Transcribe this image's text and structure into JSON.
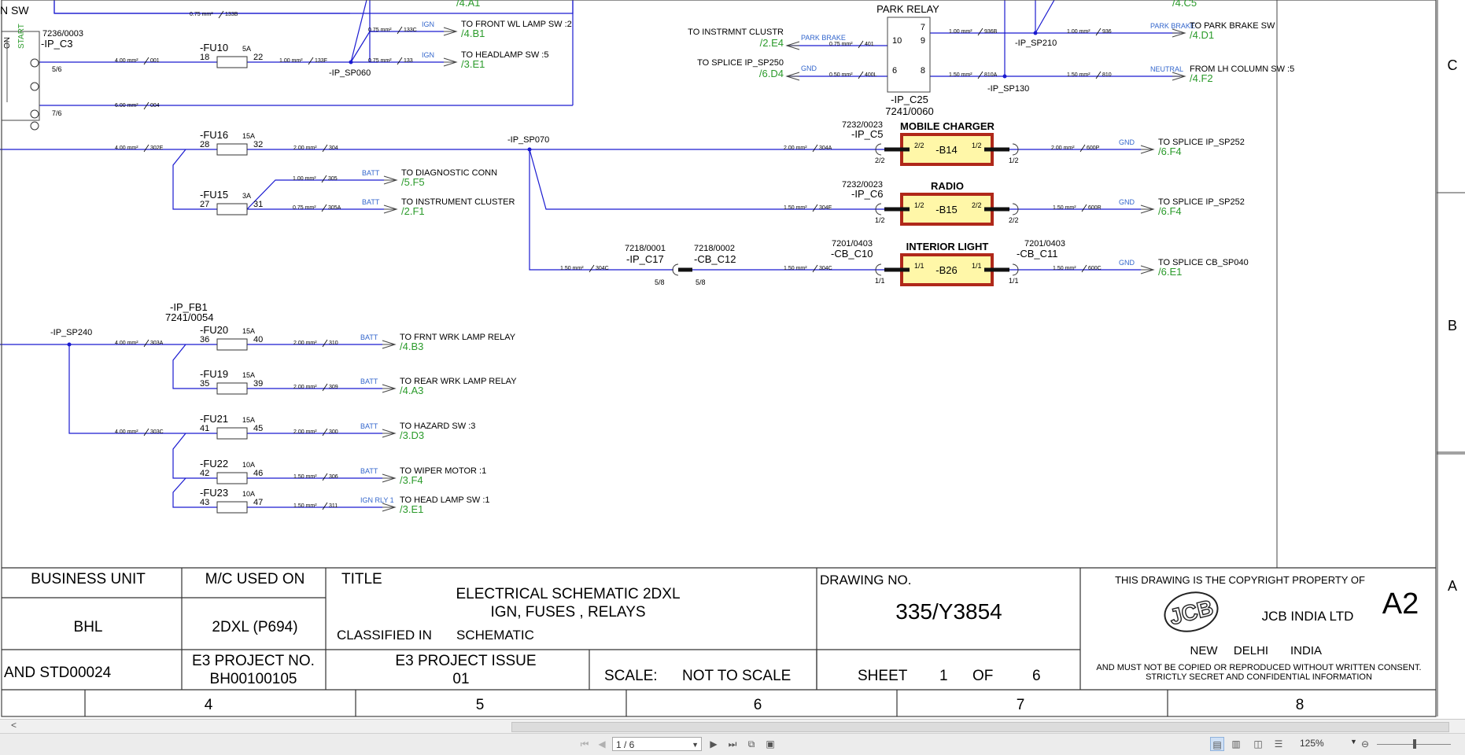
{
  "diagram": {
    "top_labels": {
      "start_sw": "N SW",
      "start": "START",
      "on": "ON"
    },
    "park_relay": {
      "title": "PARK RELAY",
      "name": "-IP_C25",
      "part": "7241/0060",
      "pins": [
        "7",
        "9",
        "10",
        "6",
        "8"
      ]
    },
    "connectors": {
      "ip_c3": {
        "part": "7236/0003",
        "name": "-IP_C3",
        "pins": [
          "5/6",
          "7/6"
        ]
      },
      "ip_c5": {
        "part": "7232/0023",
        "name": "-IP_C5"
      },
      "ip_c6": {
        "part": "7232/0023",
        "name": "-IP_C6"
      },
      "cb_c10": {
        "part": "7201/0403",
        "name": "-CB_C10"
      },
      "cb_c11": {
        "part": "7201/0403",
        "name": "-CB_C11"
      },
      "ip_c17": {
        "part": "7218/0001",
        "name": "-IP_C17",
        "pin": "5/8"
      },
      "cb_c12": {
        "part": "7218/0002",
        "name": "-CB_C12",
        "pin": "5/8"
      },
      "ip_fb1": {
        "name": "-IP_FB1",
        "part": "7241/0054"
      }
    },
    "splices": [
      "-IP_SP060",
      "-IP_SP070",
      "-IP_SP210",
      "-IP_SP130",
      "-IP_SP240"
    ],
    "components": [
      {
        "id": "-B14",
        "title": "MOBILE CHARGER",
        "pin_in": "2/2",
        "pin_out": "1/2",
        "conn_in": "2/2",
        "conn_out": "1/2"
      },
      {
        "id": "-B15",
        "title": "RADIO",
        "pin_in": "1/2",
        "pin_out": "2/2",
        "conn_in": "1/2",
        "conn_out": "2/2"
      },
      {
        "id": "-B26",
        "title": "INTERIOR LIGHT",
        "pin_in": "1/1",
        "pin_out": "1/1",
        "conn_in": "1/1",
        "conn_out": "1/1"
      }
    ],
    "fuses": [
      {
        "name": "-FU10",
        "rating": "5A",
        "pin_in": "18",
        "pin_out": "22"
      },
      {
        "name": "-FU16",
        "rating": "15A",
        "pin_in": "28",
        "pin_out": "32"
      },
      {
        "name": "-FU15",
        "rating": "3A",
        "pin_in": "27",
        "pin_out": "31"
      },
      {
        "name": "-FU20",
        "rating": "15A",
        "pin_in": "36",
        "pin_out": "40"
      },
      {
        "name": "-FU19",
        "rating": "15A",
        "pin_in": "35",
        "pin_out": "39"
      },
      {
        "name": "-FU21",
        "rating": "15A",
        "pin_in": "41",
        "pin_out": "45"
      },
      {
        "name": "-FU22",
        "rating": "10A",
        "pin_in": "42",
        "pin_out": "46"
      },
      {
        "name": "-FU23",
        "rating": "10A",
        "pin_in": "43",
        "pin_out": "47"
      }
    ],
    "wires": {
      "w133B": "0.75 mm² / 133B",
      "w001": "4.00 mm² / 001",
      "w133F": "1.00 mm² / 133F",
      "w133C": "0.75 mm² / 133C",
      "w133": "0.75 mm² / 133",
      "w004": "6.00 mm² / 004",
      "w401": "0.75 mm² / 401",
      "w400L": "0.50 mm² / 400L",
      "w936B": "1.00 mm² / 936B",
      "w936": "1.00 mm² / 936",
      "w810A": "1.50 mm² / 810A",
      "w810": "1.50 mm² / 810",
      "w302E": "4.00 mm² / 302E",
      "w304": "2.00 mm² / 304",
      "w304A": "2.00 mm² / 304A",
      "w600P": "2.00 mm² / 600P",
      "w305": "1.00 mm² / 305",
      "w305A": "0.75 mm² / 305A",
      "w304E": "1.50 mm² / 304E",
      "w600R": "1.50 mm² / 600R",
      "w304C": "1.50 mm² / 304C",
      "w304C2": "1.50 mm² / 304C",
      "w600C": "1.50 mm² / 600C",
      "w303A": "4.00 mm² / 303A",
      "w310": "2.00 mm² / 310",
      "w309": "2.00 mm² / 309",
      "w303C": "4.00 mm² / 303C",
      "w300": "2.00 mm² / 300",
      "w306": "1.50 mm² / 306",
      "w311": "1.50 mm² / 311"
    },
    "destinations": [
      {
        "tag": "IGN",
        "text": "TO FRONT WL LAMP SW :2",
        "ref": "/4.B1"
      },
      {
        "tag": "IGN",
        "text": "TO HEADLAMP SW :5",
        "ref": "/3.E1"
      },
      {
        "tag": "PARK BRAKE",
        "text": "TO INSTRMNT CLUSTR",
        "ref": "/2.E4"
      },
      {
        "tag": "GND",
        "text": "TO SPLICE IP_SP250",
        "ref": "/6.D4"
      },
      {
        "tag": "PARK BRAKE",
        "text": "TO PARK BRAKE SW",
        "ref": "/4.D1"
      },
      {
        "tag": "NEUTRAL",
        "text": "FROM LH COLUMN SW :5",
        "ref": "/4.F2"
      },
      {
        "tag": "GND",
        "text": "TO SPLICE IP_SP252",
        "ref": "/6.F4"
      },
      {
        "tag": "BATT",
        "text": "TO DIAGNOSTIC CONN",
        "ref": "/5.F5"
      },
      {
        "tag": "BATT",
        "text": "TO INSTRUMENT CLUSTER",
        "ref": "/2.F1"
      },
      {
        "tag": "GND",
        "text": "TO SPLICE IP_SP252",
        "ref": "/6.F4"
      },
      {
        "tag": "GND",
        "text": "TO SPLICE CB_SP040",
        "ref": "/6.E1"
      },
      {
        "tag": "BATT",
        "text": "TO FRNT WRK LAMP RELAY",
        "ref": "/4.B3"
      },
      {
        "tag": "BATT",
        "text": "TO REAR WRK LAMP RELAY",
        "ref": "/4.A3"
      },
      {
        "tag": "BATT",
        "text": "TO HAZARD SW :3",
        "ref": "/3.D3"
      },
      {
        "tag": "BATT",
        "text": "TO WIPER MOTOR :1",
        "ref": "/3.F4"
      },
      {
        "tag": "IGN RLY 1",
        "text": "TO HEAD LAMP SW :1",
        "ref": "/3.E1"
      }
    ],
    "top_refs": [
      "/4.A1",
      "/4.C5"
    ],
    "row_labels": [
      "C",
      "B",
      "A"
    ],
    "col_labels": [
      "4",
      "5",
      "6",
      "7",
      "8"
    ]
  },
  "title_block": {
    "business_unit_label": "BUSINESS UNIT",
    "business_unit": "BHL",
    "mc_used_on_label": "M/C USED ON",
    "mc_used_on": "2DXL (P694)",
    "title_label": "TITLE",
    "title_line1": "ELECTRICAL SCHEMATIC 2DXL",
    "title_line2": "IGN, FUSES , RELAYS",
    "classified_in_label": "CLASSIFIED IN",
    "classified_in": "SCHEMATIC",
    "drawing_no_label": "DRAWING NO.",
    "drawing_no": "335/Y3854",
    "std": "AND STD00024",
    "e3_project_no_label": "E3 PROJECT NO.",
    "e3_project_no": "BH00100105",
    "e3_project_issue_label": "E3 PROJECT ISSUE",
    "e3_project_issue": "01",
    "scale_label": "SCALE:",
    "scale": "NOT TO SCALE",
    "sheet_label": "SHEET",
    "sheet_no": "1",
    "of_label": "OF",
    "sheet_total": "6",
    "copyright_line": "THIS DRAWING IS THE COPYRIGHT PROPERTY OF",
    "size": "A2",
    "logo": "JCB",
    "company": "JCB INDIA LTD",
    "city": "NEW",
    "city2": "DELHI",
    "country": "INDIA",
    "notice1": "AND MUST NOT BE COPIED OR REPRODUCED WITHOUT WRITTEN CONSENT.",
    "notice2": "STRICTLY SECRET AND CONFIDENTIAL INFORMATION"
  },
  "viewer": {
    "page_display": "1 / 6",
    "zoom": "125%",
    "icons": [
      "first-page-icon",
      "prev-page-icon",
      "next-page-icon",
      "last-page-icon",
      "view-single-icon",
      "view-continuous-icon",
      "view-facing-icon",
      "view-facing-continuous-icon",
      "zoom-out-icon"
    ]
  },
  "colors": {
    "wire": "#1a1ad0",
    "green_ref": "#2a9a2a",
    "tag": "#3366cc",
    "component_fill": "#fff7a8",
    "component_border": "#b0281a"
  }
}
